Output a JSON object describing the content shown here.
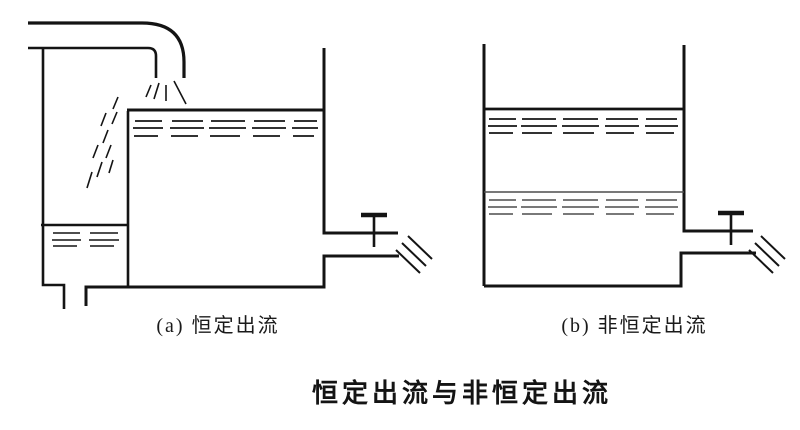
{
  "figure": {
    "panels": [
      {
        "id": "a",
        "label": "(a) 恒定出流"
      },
      {
        "id": "b",
        "label": "(b) 非恒定出流"
      }
    ],
    "caption": "恒定出流与非恒定出流",
    "colors": {
      "ink": "#141414",
      "faint_water_line": "#4d4d4d",
      "background": "#ffffff"
    }
  }
}
